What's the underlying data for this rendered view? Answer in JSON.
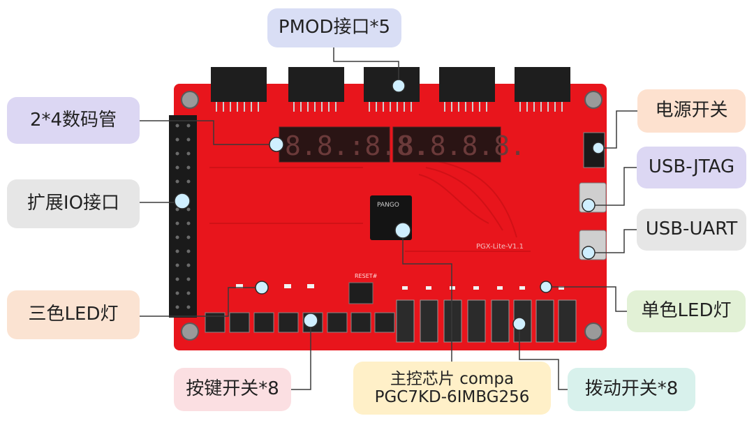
{
  "labels": {
    "pmod": "PMOD接口*5",
    "seven_seg": "2*4数码管",
    "expansion_io": "扩展IO接口",
    "tricolor_led": "三色LED灯",
    "buttons": "按键开关*8",
    "main_chip_line1": "主控芯片 compa",
    "main_chip_line2": "PGC7KD-6IMBG256",
    "dip_switches": "拨动开关*8",
    "power_switch": "电源开关",
    "usb_jtag": "USB-JTAG",
    "usb_uart": "USB-UART",
    "mono_led": "单色LED灯"
  },
  "board": {
    "chip_brand": "PANGO",
    "version_text": "PGX-Lite-V1.1",
    "reset_label": "RESET#",
    "seg_digits_left": "8.8.:8.8.",
    "seg_digits_right": "8.8.8.8."
  },
  "colors": {
    "pcb": "#e8151c",
    "pcb_dark": "#c80f14",
    "callout_line": "#3a3a3a",
    "marker_fill": "#cfefff"
  }
}
